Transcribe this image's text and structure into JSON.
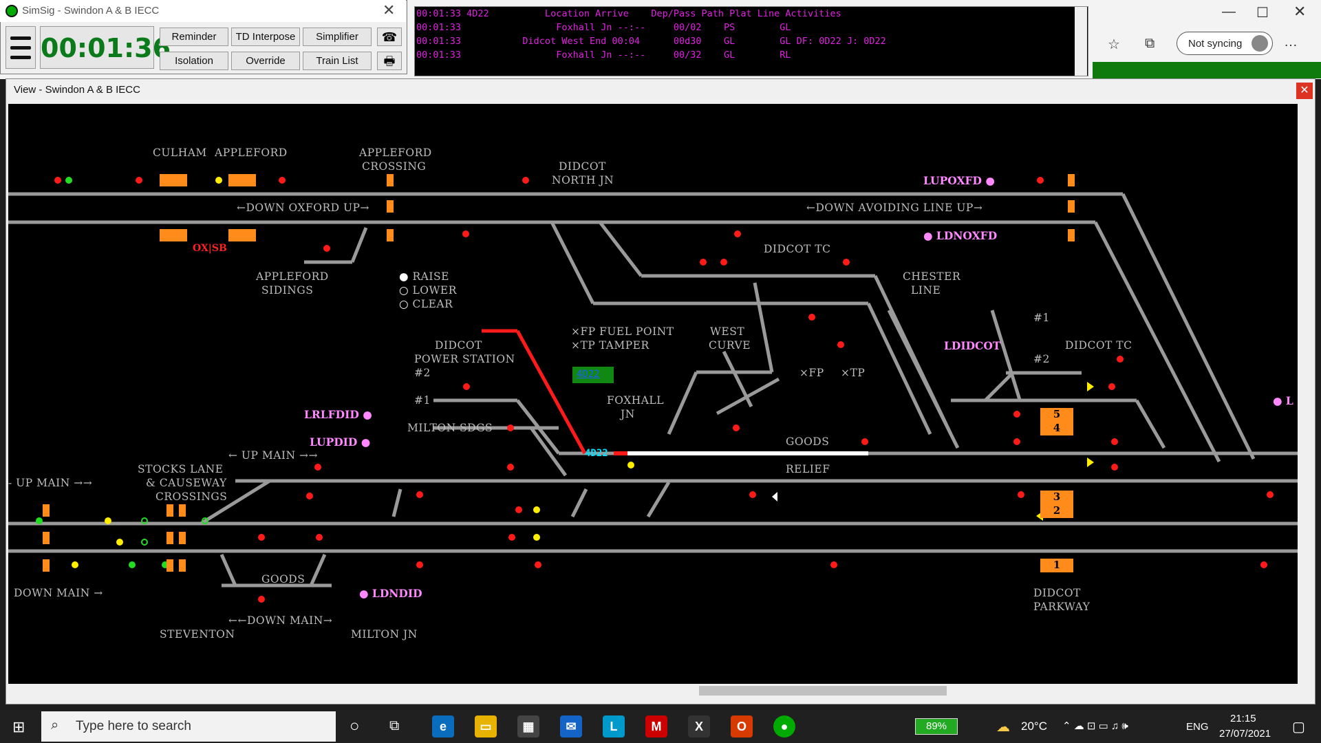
{
  "browser": {
    "not_syncing": "Not syncing",
    "icons": [
      "favorites-icon",
      "collections-icon",
      "profile-icon",
      "more-icon"
    ]
  },
  "sim": {
    "title": "SimSig - Swindon A & B IECC",
    "clock": "00:01:36",
    "buttons": [
      "Reminder",
      "TD Interpose",
      "Simplifier",
      "Isolation",
      "Override",
      "Train List"
    ]
  },
  "messages": {
    "header": "00:01:33 4D22          Location Arrive    Dep/Pass Path Plat Line Activities",
    "rows": [
      "00:01:33                 Foxhall Jn --:--     00/02    PS        GL",
      "00:01:33           Didcot West End 00:04      00d30    GL        GL DF: 0D22 J: 0D22",
      "00:01:33                 Foxhall Jn --:--     00/32    GL        RL"
    ]
  },
  "view": {
    "title": "View - Swindon A & B IECC"
  },
  "panel": {
    "labels": {
      "culham": "CULHAM",
      "appleford": "APPLEFORD",
      "appleford_crossing_1": "APPLEFORD",
      "appleford_crossing_2": "CROSSING",
      "didcot_north_1": "DIDCOT",
      "didcot_north_2": "NORTH JN",
      "down_oxford_up": "←DOWN OXFORD UP→",
      "down_avoiding_up": "←DOWN AVOIDING LINE UP→",
      "didcot_tc_top": "DIDCOT TC",
      "ox_sb": "OX|SB",
      "appleford_sidings_1": "APPLEFORD",
      "appleford_sidings_2": "SIDINGS",
      "raise": "RAISE",
      "lower": "LOWER",
      "clear": "CLEAR",
      "chester_line_1": "CHESTER",
      "chester_line_2": "LINE",
      "fuel_point": "×FP FUEL POINT",
      "tamper": "×TP TAMPER",
      "west_curve_1": "WEST",
      "west_curve_2": "CURVE",
      "didcot_ps_1": "DIDCOT",
      "didcot_ps_2": "POWER STATION",
      "h2_left": "#2",
      "h1_left": "#1",
      "milton_sdgs": "MILTON SDGS",
      "xfp": "×FP",
      "xtp": "×TP",
      "h1_right": "#1",
      "h2_right": "#2",
      "didcot_tc_mid": "DIDCOT TC",
      "foxhall_1": "FOXHALL",
      "foxhall_2": "JN",
      "goods_top": "GOODS",
      "relief": "RELIEF",
      "up_main_left": "← UP MAIN →→",
      "up_main_far": "- UP MAIN →→",
      "stocks_1": "STOCKS LANE",
      "stocks_2": "& CAUSEWAY",
      "stocks_3": "CROSSINGS",
      "goods_bottom": "GOODS",
      "down_main_left": "DOWN MAIN →",
      "down_main_mid": "←←DOWN MAIN→",
      "steventon": "STEVENTON",
      "milton_jn": "MILTON JN",
      "didcot_parkway_1": "DIDCOT",
      "didcot_parkway_2": "PARKWAY"
    },
    "locations": {
      "lupoxfd": "LUPOXFD",
      "ldnoxfd": "LDNOXFD",
      "ldidcot": "LDIDCOT",
      "lrlfdid": "LRLFDID",
      "lupdid": "LUPDID",
      "ldndid": "LDNDID",
      "edge_l": "L"
    },
    "platforms": [
      "5",
      "4",
      "3",
      "2",
      "1"
    ],
    "train": {
      "headcode": "4D22",
      "berth_green": "4D22"
    }
  },
  "taskbar": {
    "search_placeholder": "Type here to search",
    "battery": "89%",
    "temperature": "20°C",
    "lang": "ENG",
    "time": "21:15",
    "date": "27/07/2021"
  },
  "colors": {
    "track": "#9a9a9a",
    "route_set": "#ffffff",
    "route_red": "#ff1a1a",
    "platform": "#ff8c1a",
    "location_marker": "#ff88ff",
    "clock_green": "#0a7a1a"
  }
}
